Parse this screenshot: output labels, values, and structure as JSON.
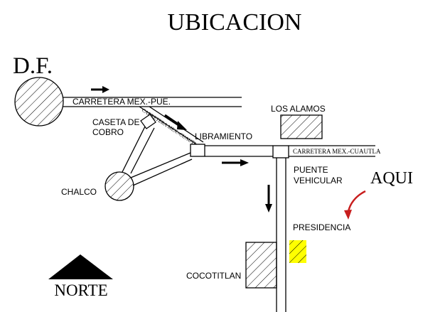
{
  "title": "UBICACION",
  "labels": {
    "df": "D.F.",
    "carretera_mex_pue": "CARRETERA MEX.-PUE.",
    "caseta_line1": "CASETA DE",
    "caseta_line2": "COBRO",
    "carretera_mex_cuautla_diag": "CARRETERA MEX.-CUAUTLA",
    "libramiento": "LIBRAMIENTO",
    "los_alamos": "LOS ALAMOS",
    "carretera_mex_cuautla": "CARRETERA MEX.-CUAUTLA",
    "puente_line1": "PUENTE",
    "puente_line2": "VEHICULAR",
    "aqui": "AQUI",
    "presidencia": "PRESIDENCIA",
    "chalco": "CHALCO",
    "cocotitlan": "COCOTITLAN",
    "norte": "NORTE"
  },
  "colors": {
    "road": "#000000",
    "highlight": "#ffff00",
    "aqui_arrow": "#c81e1e"
  }
}
